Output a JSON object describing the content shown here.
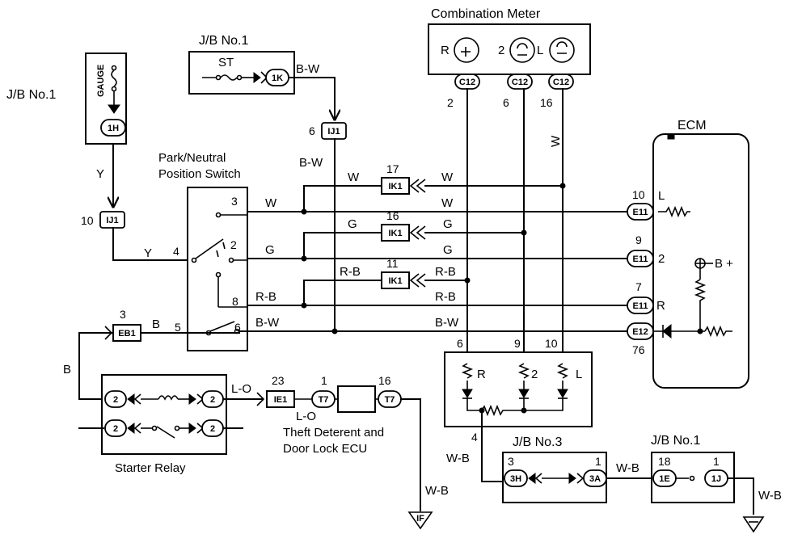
{
  "blocks": {
    "combination_meter": "Combination Meter",
    "jb_no1_top": "J/B No.1",
    "jb_no1_left": "J/B No.1",
    "jb_no1_bottom": "J/B No.1",
    "jb_no3": "J/B No.3",
    "ecm": "ECM",
    "pnp_switch_line1": "Park/Neutral",
    "pnp_switch_line2": "Position Switch",
    "starter_relay": "Starter Relay",
    "theft_ecu_line1": "Theft Deterent and",
    "theft_ecu_line2": "Door Lock ECU",
    "gauge": "GAUGE",
    "st": "ST",
    "b_plus": "B +"
  },
  "connectors": {
    "c12_r": "C12",
    "c12_2": "C12",
    "c12_l": "C12",
    "ij1_top": "IJ1",
    "ij1_left": "IJ1",
    "ik1_w": "IK1",
    "ik1_g": "IK1",
    "ik1_rb": "IK1",
    "e11_w": "E11",
    "e11_g": "E11",
    "e11_rb": "E11",
    "e12": "E12",
    "eb1": "EB1",
    "ie1": "IE1",
    "t7_a": "T7",
    "t7_b": "T7",
    "jb_1k": "1K",
    "jb_1h": "1H",
    "jb_3h": "3H",
    "jb_3a": "3A",
    "jb_1e": "1E",
    "jb_1j": "1J",
    "relay_a": "2",
    "relay_b": "2",
    "relay_c": "2",
    "relay_d": "2",
    "ground_if": "IF"
  },
  "pins": {
    "c12_r": "2",
    "c12_2": "6",
    "c12_l": "16",
    "ij1_top": "6",
    "ij1_left": "10",
    "ik1_w": "17",
    "ik1_g": "16",
    "ik1_rb": "11",
    "e11_w": "10",
    "e11_g": "9",
    "e11_rb": "7",
    "e12": "76",
    "eb1": "3",
    "ie1": "23",
    "t7_a": "1",
    "t7_b": "16",
    "sw_3": "3",
    "sw_2": "2",
    "sw_8": "8",
    "sw_4": "4",
    "sw_5": "5",
    "sw_6": "6",
    "res_6": "6",
    "res_9": "9",
    "res_10": "10",
    "res_4": "4",
    "jb3_3": "3",
    "jb3_1": "1",
    "jb1_18": "18",
    "jb1_1": "1"
  },
  "lamps": {
    "r": "R",
    "two": "2",
    "l": "L"
  },
  "ecm_pins": {
    "w": "L",
    "g": "2",
    "rb": "R"
  },
  "res_labels": {
    "r": "R",
    "two": "2",
    "l": "L"
  },
  "wires": {
    "bw_top": "B-W",
    "bw_vert": "B-W",
    "y_top": "Y",
    "y_mid": "Y",
    "w_meter": "W",
    "w_left": "W",
    "w_right": "W",
    "w_sw": "W",
    "w_mid": "W",
    "g_left": "G",
    "g_right": "G",
    "g_sw": "G",
    "g_mid": "G",
    "rb_left": "R-B",
    "rb_right": "R-B",
    "rb_sw": "R-B",
    "rb_mid": "R-B",
    "b_eb1": "B",
    "b_left": "B",
    "bw_sw": "B-W",
    "bw_mid": "B-W",
    "lo_top": "L-O",
    "lo_bottom": "L-O",
    "wb_res": "W-B",
    "wb_jb": "W-B",
    "wb_ground1": "W-B",
    "wb_ground2": "W-B"
  }
}
